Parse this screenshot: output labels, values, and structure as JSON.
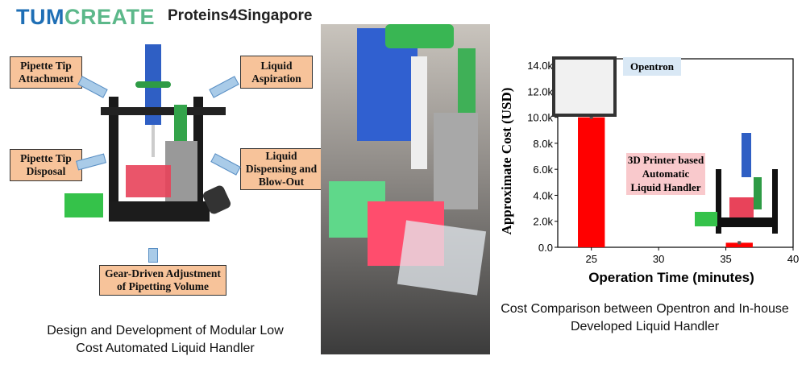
{
  "header": {
    "logo_part1": "TUM",
    "logo_part2": "CREATE",
    "project": "Proteins4Singapore"
  },
  "design": {
    "labels": {
      "tip_attach": "Pipette Tip Attachment",
      "aspiration": "Liquid Aspiration",
      "tip_disposal": "Pipette Tip Disposal",
      "dispensing": "Liquid Dispensing and Blow-Out",
      "gear": "Gear-Driven Adjustment of Pipetting Volume"
    },
    "caption": "Design and Development of Modular Low Cost Automated Liquid Handler"
  },
  "chart_caption": "Cost Comparison between Opentron and In-house Developed Liquid Handler",
  "chart_data": {
    "type": "bar",
    "xlabel": "Operation Time (minutes)",
    "ylabel": "Approximate Cost (USD)",
    "xlim": [
      22.5,
      40
    ],
    "ylim": [
      0,
      14500
    ],
    "xticks": [
      25,
      30,
      35,
      40
    ],
    "yticks": [
      0,
      2000,
      4000,
      6000,
      8000,
      10000,
      12000,
      14000
    ],
    "ytick_labels": [
      "0.0",
      "2.0k",
      "4.0k",
      "6.0k",
      "8.0k",
      "10.0k",
      "12.0k",
      "14.0k"
    ],
    "series": [
      {
        "name": "Opentron",
        "x": 25,
        "width": 2,
        "value": 10000,
        "color": "#ff0000"
      },
      {
        "name": "3D Printer based Automatic Liquid Handler",
        "x": 36,
        "width": 2,
        "value": 350,
        "color": "#ff0000"
      }
    ],
    "annotations": {
      "opentron": "Opentron",
      "printer": "3D Printer based Automatic Liquid Handler"
    }
  }
}
